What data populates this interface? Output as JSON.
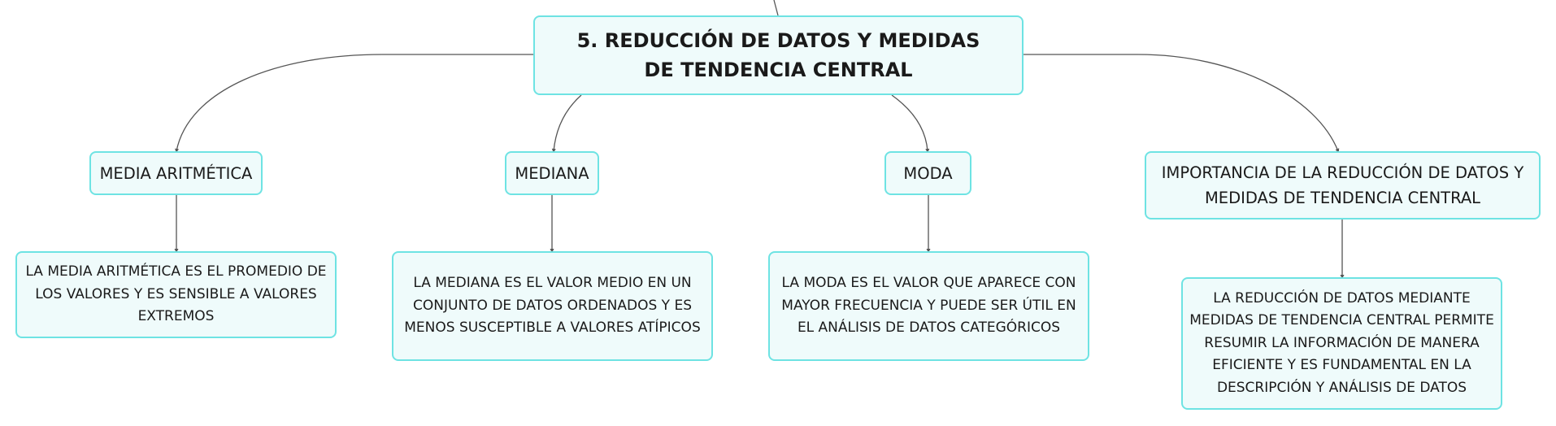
{
  "colors": {
    "node_fill": "#effbfb",
    "node_border": "#6ee3e3",
    "connector": "#555555"
  },
  "main_topic": {
    "title": "5. REDUCCIÓN DE DATOS Y MEDIDAS DE TENDENCIA CENTRAL"
  },
  "topics": [
    {
      "label": "MEDIA ARITMÉTICA",
      "detail": "LA MEDIA ARITMÉTICA ES EL PROMEDIO DE LOS VALORES Y ES SENSIBLE A VALORES EXTREMOS"
    },
    {
      "label": "MEDIANA",
      "detail": "LA MEDIANA ES EL VALOR MEDIO EN UN CONJUNTO DE DATOS ORDENADOS Y ES MENOS SUSCEPTIBLE A VALORES ATÍPICOS"
    },
    {
      "label": "MODA",
      "detail": "LA MODA ES EL VALOR QUE APARECE CON MAYOR FRECUENCIA Y PUEDE SER ÚTIL EN EL ANÁLISIS DE DATOS CATEGÓRICOS"
    },
    {
      "label": "IMPORTANCIA DE LA REDUCCIÓN DE DATOS Y MEDIDAS DE TENDENCIA CENTRAL",
      "detail": "LA REDUCCIÓN DE DATOS MEDIANTE MEDIDAS DE TENDENCIA CENTRAL PERMITE RESUMIR LA INFORMACIÓN DE MANERA EFICIENTE Y ES FUNDAMENTAL EN LA DESCRIPCIÓN Y ANÁLISIS DE DATOS"
    }
  ]
}
